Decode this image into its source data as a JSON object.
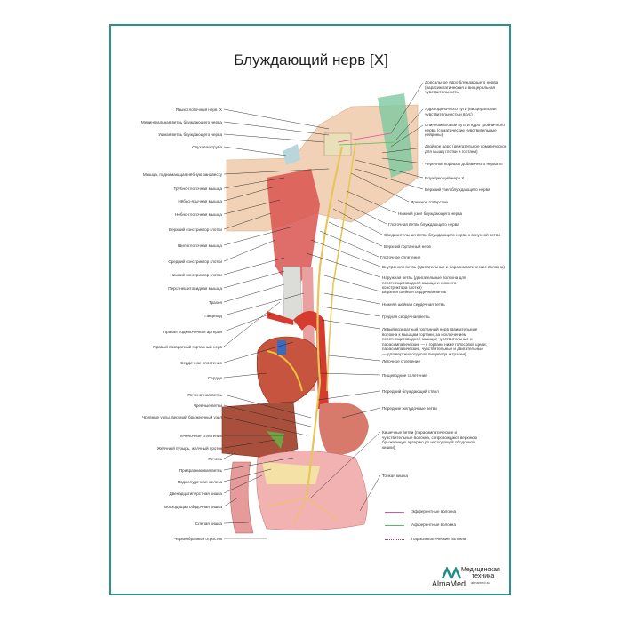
{
  "title": "Блуждающий нерв [X]",
  "left_labels": [
    "Языкоглоточный нерв IX",
    "Менингеальная ветвь блуждающего нерва",
    "Ушная ветвь блуждающего нерва",
    "Слуховая труба",
    "Мышца, поднимающая нёбную занавеску",
    "Трубно-глоточная мышца",
    "Нёбно-язычная мышца",
    "Нёбно-глоточная мышца",
    "Верхний констриктор глотки",
    "Шилоглоточная мышца",
    "Средний констриктор глотки",
    "Нижний констриктор глотки",
    "Перстнещитовидная мышца",
    "Трахея",
    "Пищевод",
    "Правая подключичная артерия",
    "Правый возвратный гортанный нерв",
    "Сердечное сплетение",
    "Сердце",
    "Печеночная ветвь",
    "Чревные ветви",
    "Чревные узлы, верхний брыжеечный узел",
    "Печеночное сплетение",
    "Желчный пузырь, желчный проток",
    "Печень",
    "Привратниковая ветвь",
    "Поджелудочная железа",
    "Двенадцатиперстная кишка",
    "Восходящая ободочная кишка",
    "Слепая кишка",
    "Червеобразный отросток"
  ],
  "right_labels": [
    "Дорсальное ядро блуждающего нерва (парасимпатическая и висцеральная чувствительность)",
    "Ядро одиночного пути (висцеральная чувствительность и вкус)",
    "Спинномозговые путь и ядро тройничного нерва (соматические чувствительные нейроны)",
    "Двойное ядро (двигательное соматическое для мышц глотки и гортани)",
    "Черепной корешок добавочного нерва XI",
    "Блуждающий нерв X",
    "Верхний узел блуждающего нерва",
    "Яремное отверстие",
    "Нижний узел блуждающего нерва",
    "Глоточная ветвь блуждающего нерва",
    "Соединительная ветвь блуждающего нерва к синусной ветви",
    "Верхний гортанный нерв",
    "Глоточное сплетение",
    "Внутренняя ветвь (двигательные и парасимпатические волокна)",
    "Наружная ветвь (двигательные волокна для перстнещитовидной мышцы и нижнего констриктора глотки)",
    "Верхняя шейная сердечная ветвь",
    "Нижняя шейная сердечная ветвь",
    "Грудная сердечная ветвь",
    "Левый возвратный гортанный нерв (двигательные волокна к мышцам гортани, за исключением перстнещитовидной мышцы; чувствительные и парасимпатические — к гортани ниже голосовой щели; парасимпатические, чувствительные и двигательные — для верхних отделов пищевода и трахеи)",
    "Легочное сплетение",
    "Пищеводное сплетение",
    "Передний блуждающий ствол",
    "Передние желудочные ветви",
    "Кишечные ветви (парасимпатические и чувствительные волокна, сопровождают верхнюю брыжеечную артерию до нисходящей ободочной кишки)",
    "Тонкая кишка"
  ],
  "legend": [
    {
      "label": "Эфферентные волокна",
      "color": "#e0559a",
      "style": "solid"
    },
    {
      "label": "Афферентные волокна",
      "color": "#5cb85c",
      "style": "solid"
    },
    {
      "label": "Парасимпатические волокна",
      "color": "#d6337a",
      "style": "dotted"
    }
  ],
  "logo": {
    "brand": "AlmaMed",
    "line1": "Медицинская",
    "line2": "техника",
    "site": "almamed.su",
    "color": "#1f8a8a"
  }
}
